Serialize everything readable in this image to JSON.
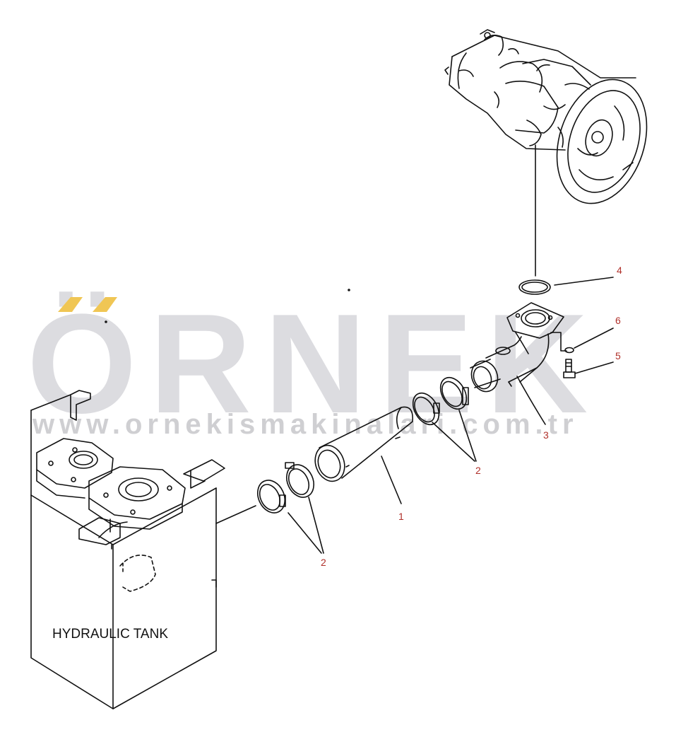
{
  "watermark": {
    "brand": "ÖRNEK",
    "url": "www.ornekismakinalari.com.tr",
    "accent_color": "#f0c654",
    "gray_color": "#dcdce0"
  },
  "labels": {
    "tank": "HYDRAULIC TANK"
  },
  "callouts": {
    "c1": "1",
    "c2a": "2",
    "c2b": "2",
    "c3": "3",
    "c4": "4",
    "c5": "5",
    "c6": "6"
  },
  "colors": {
    "line": "#111111",
    "callout_text": "#b0302a"
  }
}
